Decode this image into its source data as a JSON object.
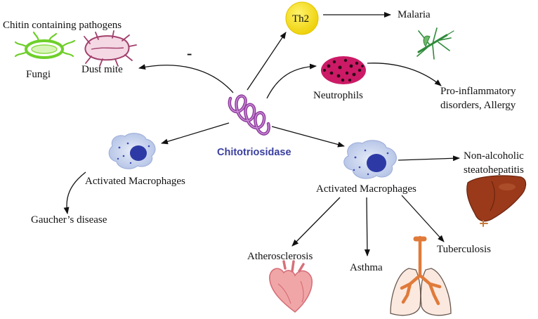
{
  "center": {
    "label": "Chitotriosidase"
  },
  "nodes": {
    "chitin_pathogens": "Chitin containing pathogens",
    "fungi": "Fungi",
    "dust_mite": "Dust mite",
    "inhibition_sign": "-",
    "th2": "Th2",
    "malaria": "Malaria",
    "neutrophils": "Neutrophils",
    "pro_inflammatory_line1": "Pro-inflammatory",
    "pro_inflammatory_line2": "disorders, Allergy",
    "activated_macrophages_left": "Activated Macrophages",
    "gauchers_disease": "Gaucher’s disease",
    "activated_macrophages_right": "Activated Macrophages",
    "nash_line1": "Non-alcoholic",
    "nash_line2": "steatohepatitis",
    "atherosclerosis": "Atherosclerosis",
    "asthma": "Asthma",
    "tuberculosis": "Tuberculosis"
  },
  "colors": {
    "th2_fill": "#f7e21b",
    "center_label": "#3a3f9e",
    "spiral": "#8e3b9c",
    "macrophage_body": "#c8d3ec",
    "macrophage_nucleus": "#2d3aa6",
    "neutrophil_fill": "#cc1a66",
    "fungi": "#6ecf2a",
    "dust_mite": "#a2406c",
    "mosquito": "#2f8a3a",
    "liver": "#9a3a1a",
    "heart": "#f0a6a6",
    "lungs": "#e08050"
  },
  "icons": [
    "spiral-protein-icon",
    "fungi-icon",
    "dust-mite-icon",
    "mosquito-icon",
    "neutrophil-icon",
    "macrophage-icon",
    "liver-icon",
    "heart-icon",
    "lungs-icon"
  ]
}
